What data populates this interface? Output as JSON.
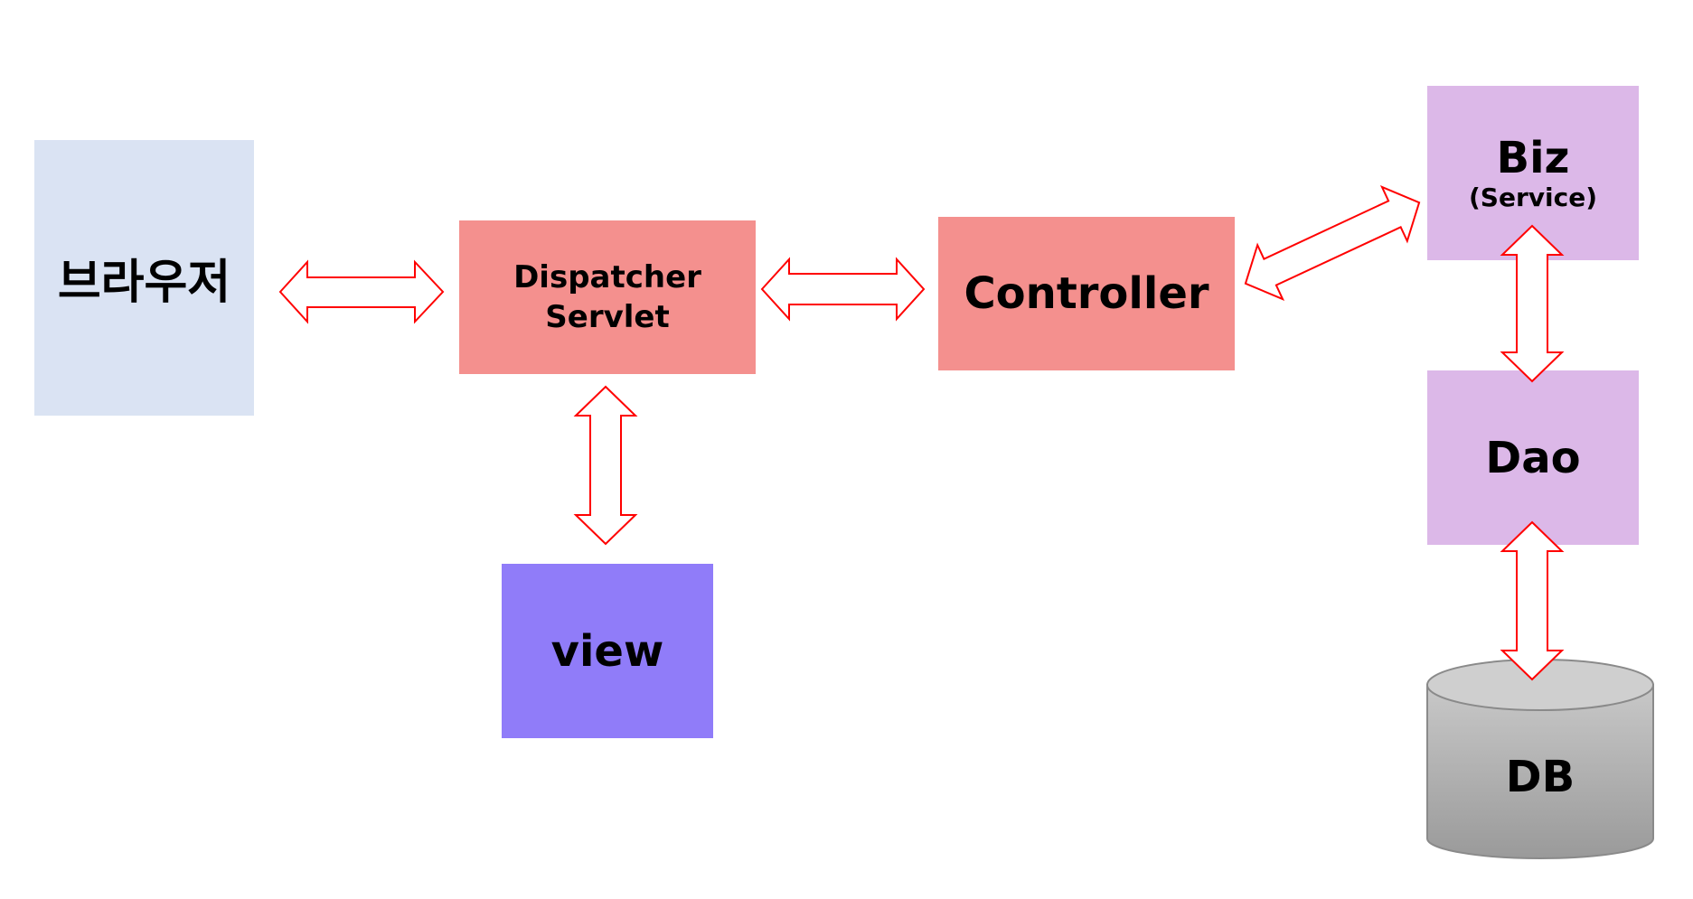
{
  "nodes": {
    "browser": {
      "label": "브라우저"
    },
    "dispatcher": {
      "line1": "Dispatcher",
      "line2": "Servlet"
    },
    "controller": {
      "label": "Controller"
    },
    "view": {
      "label": "view"
    },
    "biz": {
      "title": "Biz",
      "subtitle": "(Service)"
    },
    "dao": {
      "label": "Dao"
    },
    "db": {
      "label": "DB"
    }
  },
  "edges": [
    {
      "from": "browser",
      "to": "dispatcher",
      "direction": "bidirectional"
    },
    {
      "from": "dispatcher",
      "to": "controller",
      "direction": "bidirectional"
    },
    {
      "from": "dispatcher",
      "to": "view",
      "direction": "bidirectional"
    },
    {
      "from": "controller",
      "to": "biz",
      "direction": "bidirectional"
    },
    {
      "from": "biz",
      "to": "dao",
      "direction": "bidirectional"
    },
    {
      "from": "dao",
      "to": "db",
      "direction": "bidirectional"
    }
  ],
  "colors": {
    "browser": "#dae3f3",
    "dispatcher": "#f4908e",
    "controller": "#f4908e",
    "view": "#907cf9",
    "biz": "#dcb8e8",
    "dao": "#dcb8e8",
    "db": "#b0b0b0",
    "arrow_stroke": "#ff0000"
  }
}
